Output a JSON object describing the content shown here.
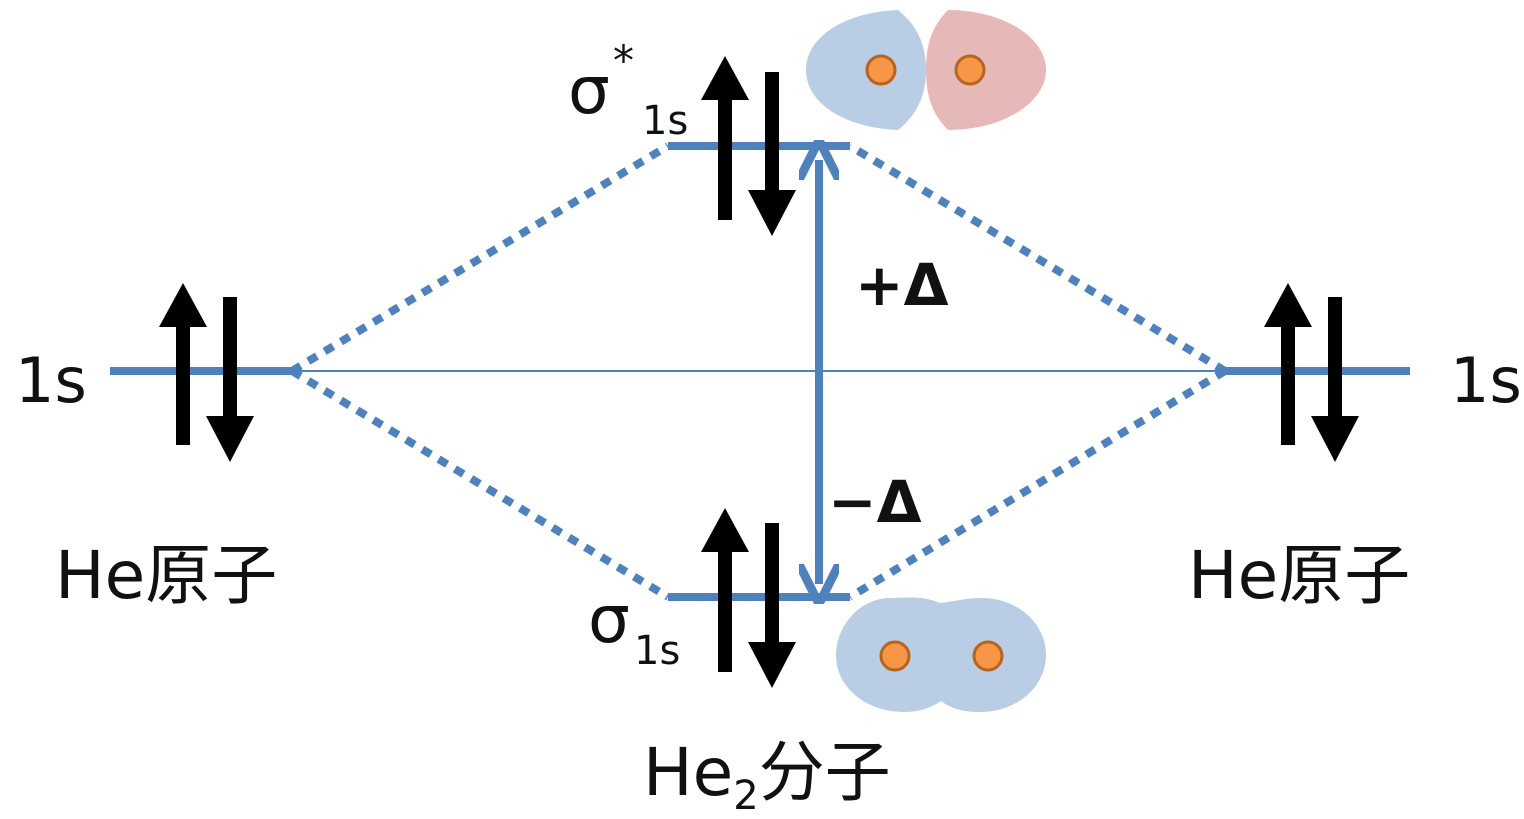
{
  "left_atom": {
    "orbital_label": "1s",
    "name": "He原子"
  },
  "right_atom": {
    "orbital_label": "1s",
    "name": "He原子"
  },
  "antibonding": {
    "symbol": "σ",
    "star": "*",
    "subscript": "1s",
    "change": "+Δ"
  },
  "bonding": {
    "symbol": "σ",
    "subscript": "1s",
    "change": "−Δ"
  },
  "molecule": {
    "name_main": "He",
    "name_subscript": "2",
    "name_suffix": "分子"
  },
  "colors": {
    "level_line": "#4f81bd",
    "arrow": "#000000",
    "lobe_blue": "#b9cde5",
    "lobe_red": "#e6b9b8",
    "nucleus_fill": "#f79646",
    "nucleus_stroke": "#b5651d"
  }
}
